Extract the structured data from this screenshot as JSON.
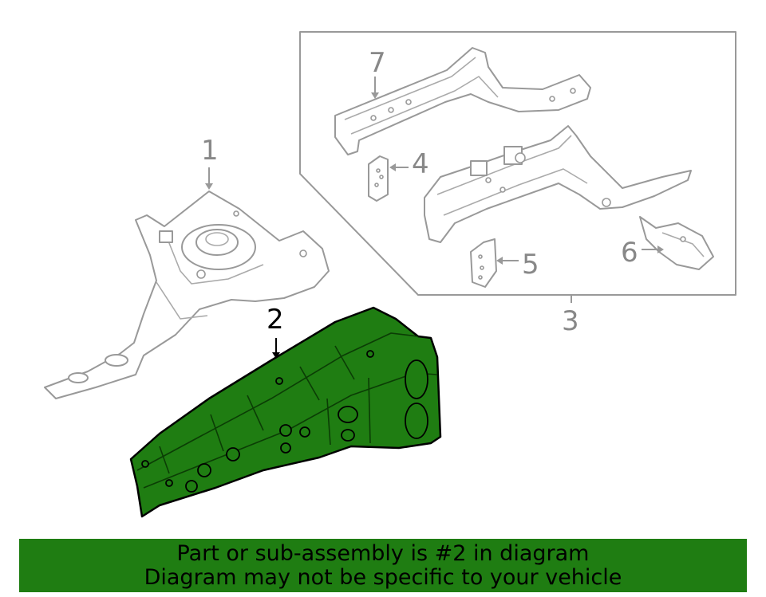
{
  "callouts": {
    "c1": "1",
    "c2": "2",
    "c3": "3",
    "c4": "4",
    "c5": "5",
    "c6": "6",
    "c7": "7"
  },
  "highlighted_part": "2",
  "colors": {
    "highlight": "#1f7d12",
    "outline": "#999999",
    "banner_text": "#000000"
  },
  "banner": {
    "line1": "Part or sub-assembly is #2 in diagram",
    "line2": "Diagram may not be specific to your vehicle"
  }
}
